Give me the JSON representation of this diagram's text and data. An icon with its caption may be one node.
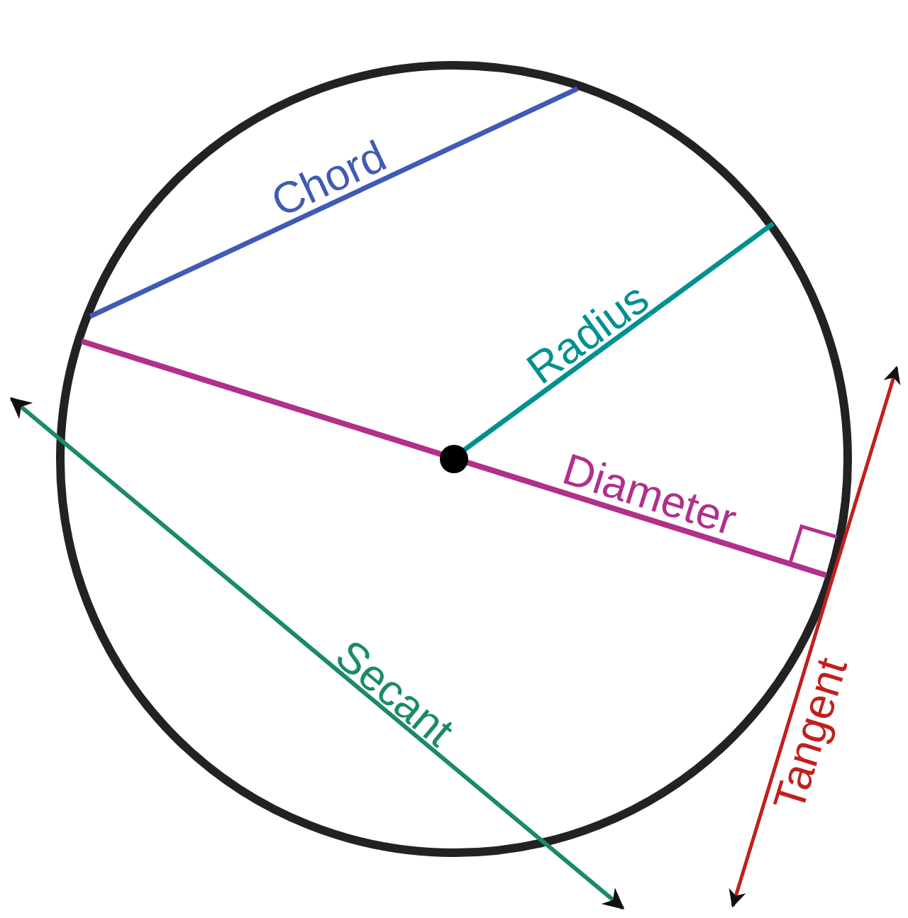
{
  "diagram": {
    "labels": [
      "Chord",
      "Radius",
      "Diameter",
      "Secant",
      "Tangent"
    ]
  }
}
